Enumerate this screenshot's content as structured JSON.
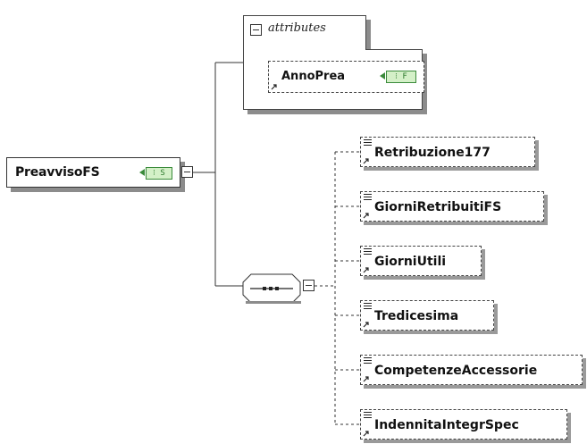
{
  "root": {
    "name": "PreavvisoFS",
    "badge": "⁝ S"
  },
  "attributes": {
    "label": "attributes",
    "item": {
      "name": "AnnoPrea",
      "badge": "⁝ F"
    }
  },
  "children": [
    {
      "name": "Retribuzione177"
    },
    {
      "name": "GiorniRetribuitiFS"
    },
    {
      "name": "GiorniUtili"
    },
    {
      "name": "Tredicesima"
    },
    {
      "name": "CompetenzeAccessorie"
    },
    {
      "name": "IndennitaIntegrSpec"
    }
  ],
  "colors": {
    "badge_border": "#3a8a3a",
    "badge_fill": "#d4f0c8",
    "shadow": "#8c8c8c"
  }
}
